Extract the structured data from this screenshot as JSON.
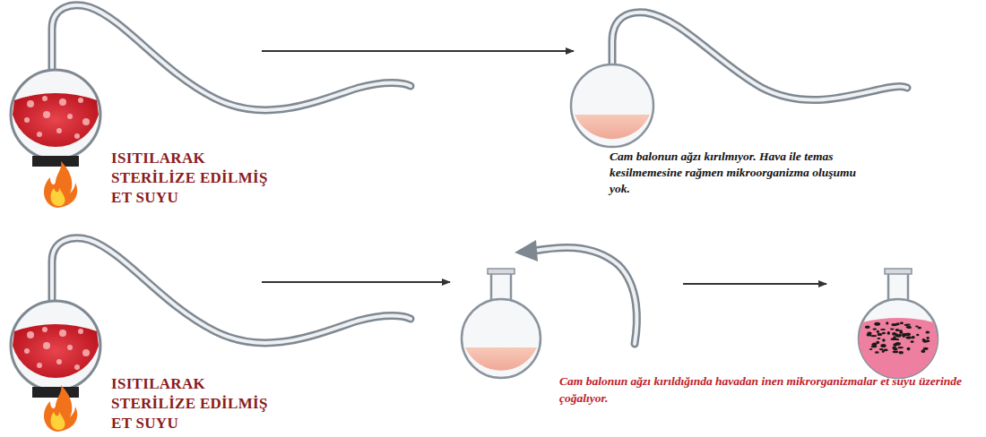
{
  "diagram": {
    "labels": [
      "ISITILARAK STERİLİZE EDİLMİŞ ET SUYU",
      "Cam balonun ağzı kırılmıyor. Hava ile temas kesilmemesine rağmen mikroorganizma oluşumu yok.",
      "ISITILARAK STERİLİZE EDİLMİŞ ET SUYU",
      "Cam balonun ağzı kırıldığında havadan inen mikrorganizmalar et suyu üzerinde çoğalıyor."
    ]
  }
}
